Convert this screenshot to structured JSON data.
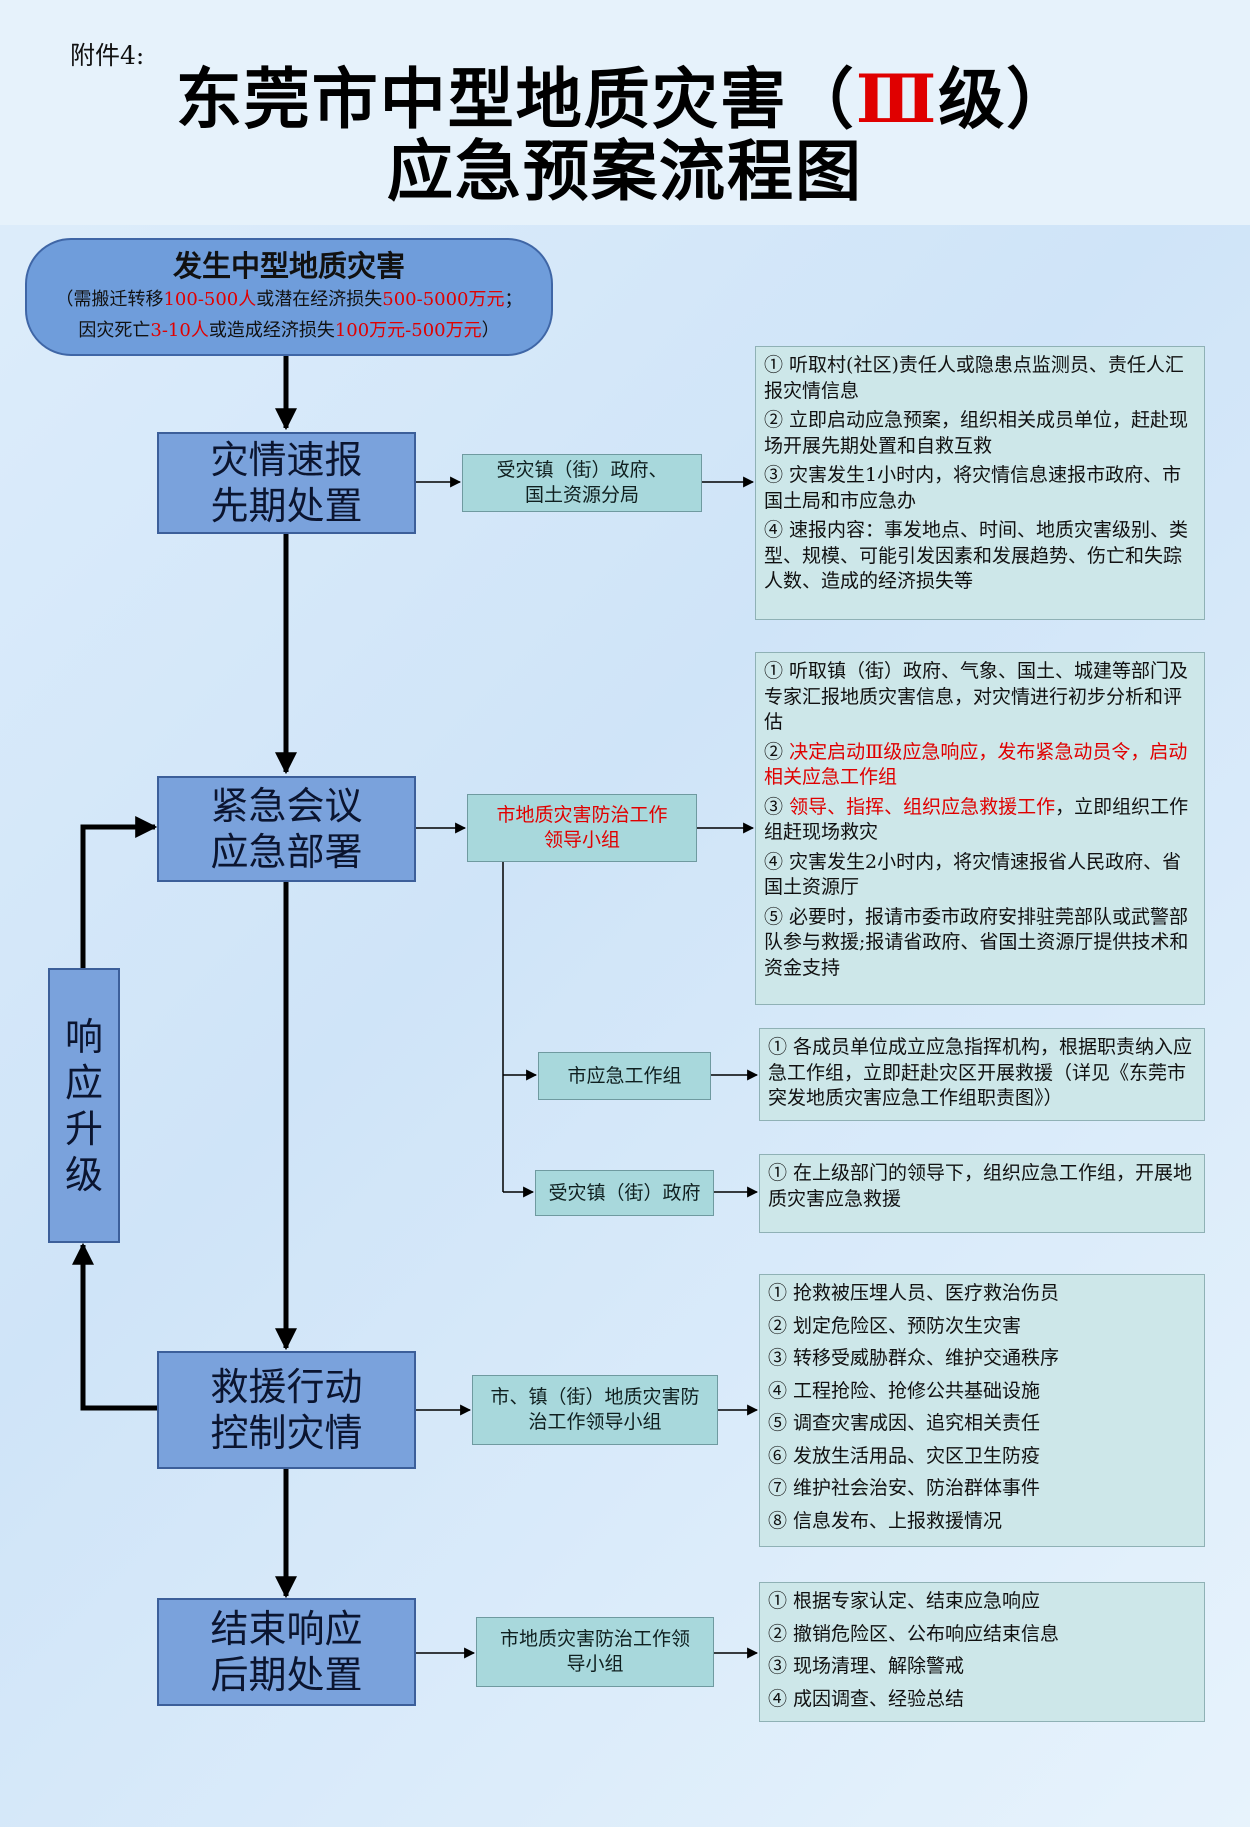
{
  "annex_label": "附件4:",
  "title": {
    "line1_prefix": "东莞市中型地质灾害（",
    "line1_level": "Ⅲ",
    "line1_suffix": "级）",
    "line2": "应急预案流程图"
  },
  "start": {
    "title": "发生中型地质灾害",
    "line1": [
      "（需搬迁转移",
      "100-500人",
      "或潜在经济损失",
      "500-5000万元",
      "；"
    ],
    "line2": [
      "因灾死亡",
      "3-10人",
      "或造成经济损失",
      "100万元-500万元",
      "）"
    ]
  },
  "stages": [
    {
      "line1": "灾情速报",
      "line2": "先期处置"
    },
    {
      "line1": "紧急会议",
      "line2": "应急部署"
    },
    {
      "line1": "救援行动",
      "line2": "控制灾情"
    },
    {
      "line1": "结束响应",
      "line2": "后期处置"
    }
  ],
  "upgrade": {
    "chars": [
      "响",
      "应",
      "升",
      "级"
    ]
  },
  "orgs": [
    {
      "line1": "受灾镇（街）政府、",
      "line2": "国土资源分局"
    },
    {
      "line1": "市地质灾害防治工作",
      "line2": "领导小组"
    },
    {
      "line1": "市应急工作组"
    },
    {
      "line1": "受灾镇（街）政府"
    },
    {
      "line1": "市、镇（街）地质灾害防",
      "line2": "治工作领导小组"
    },
    {
      "line1": "市地质灾害防治工作领",
      "line2": "导小组"
    }
  ],
  "details": [
    {
      "items": [
        "① 听取村(社区)责任人或隐患点监测员、责任人汇报灾情信息",
        "② 立即启动应急预案，组织相关成员单位，赶赴现场开展先期处置和自救互救",
        "③ 灾害发生1小时内，将灾情信息速报市政府、市国土局和市应急办",
        "④ 速报内容：事发地点、时间、地质灾害级别、类型、规模、可能引发因素和发展趋势、伤亡和失踪人数、造成的经济损失等"
      ]
    },
    {
      "items": [
        "① 听取镇（街）政府、气象、国土、城建等部门及专家汇报地质灾害信息，对灾情进行初步分析和评估",
        "②",
        "④ 灾害发生2小时内，将灾情速报省人民政府、省国土资源厅",
        "⑤ 必要时，报请市委市政府安排驻莞部队或武警部队参与救援;报请省政府、省国土资源厅提供技术和资金支持"
      ],
      "item2_red": "决定启动Ⅲ级应急响应，发布紧急动员令，启动相关应急工作组",
      "item3_prefix": "③",
      "item3_red": "领导、指挥、组织应急救援工作",
      "item3_rest": "，立即组织工作组赶现场救灾"
    },
    {
      "items": [
        "① 各成员单位成立应急指挥机构，根据职责纳入应急工作组，立即赶赴灾区开展救援（详见《东莞市突发地质灾害应急工作组职责图》）"
      ]
    },
    {
      "items": [
        "① 在上级部门的领导下，组织应急工作组，开展地质灾害应急救援"
      ]
    },
    {
      "items": [
        "① 抢救被压埋人员、医疗救治伤员",
        "② 划定危险区、预防次生灾害",
        "③ 转移受威胁群众、维护交通秩序",
        "④ 工程抢险、抢修公共基础设施",
        "⑤ 调查灾害成因、追究相关责任",
        "⑥ 发放生活用品、灾区卫生防疫",
        "⑦ 维护社会治安、防治群体事件",
        "⑧ 信息发布、上报救援情况"
      ]
    },
    {
      "items": [
        "① 根据专家认定、结束应急响应",
        "② 撤销危险区、公布响应结束信息",
        "③ 现场清理、解除警戒",
        "④ 成因调查、经验总结"
      ]
    }
  ]
}
